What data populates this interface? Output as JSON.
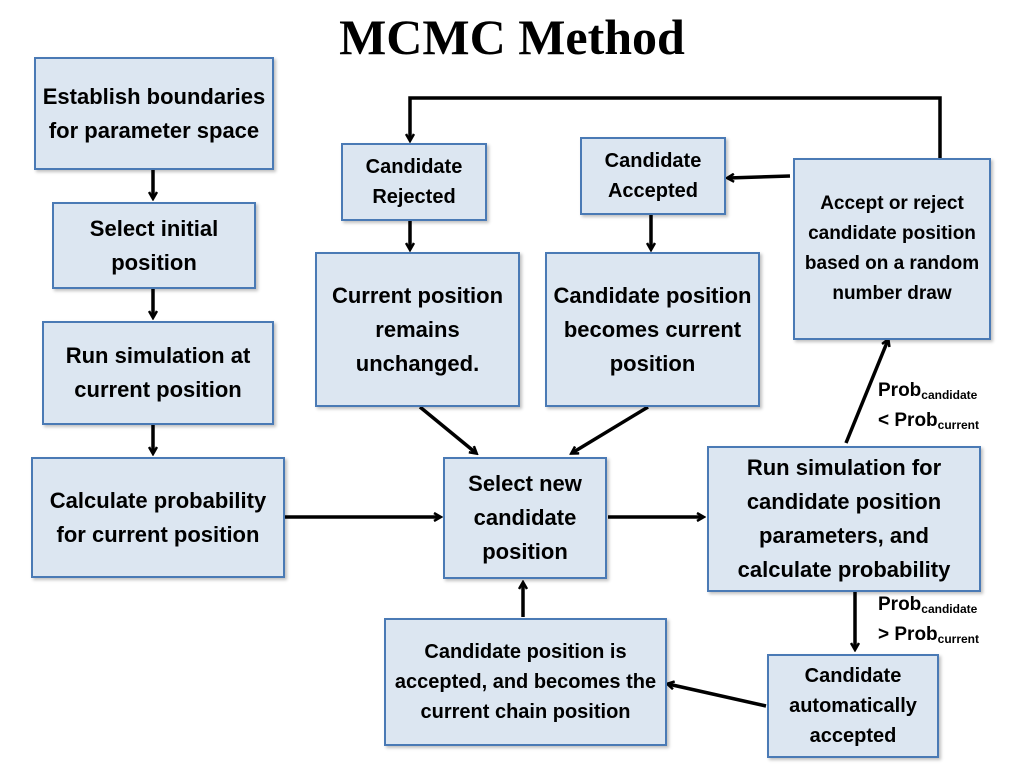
{
  "title": "MCMC Method",
  "boxes": {
    "establish": "Establish boundaries for parameter space",
    "select_initial": "Select initial position",
    "run_current": "Run simulation at current position",
    "calc_current": "Calculate probability for current position",
    "cand_rejected": "Candidate Rejected",
    "cand_accepted": "Candidate Accepted",
    "accept_reject": "Accept or reject candidate position based on a random number draw",
    "remains": "Current position remains unchanged.",
    "becomes_current": "Candidate position becomes current position",
    "select_new": "Select new candidate position",
    "run_candidate": "Run simulation for candidate position parameters, and calculate probability",
    "accepted_chain": "Candidate position is accepted, and becomes the current chain position",
    "auto_accepted": "Candidate automatically accepted"
  },
  "conditions": {
    "less": {
      "prob": "Prob",
      "sub1": "candidate",
      "op": "< Prob",
      "sub2": "current"
    },
    "greater": {
      "prob": "Prob",
      "sub1": "candidate",
      "op": "> Prob",
      "sub2": "current"
    }
  }
}
